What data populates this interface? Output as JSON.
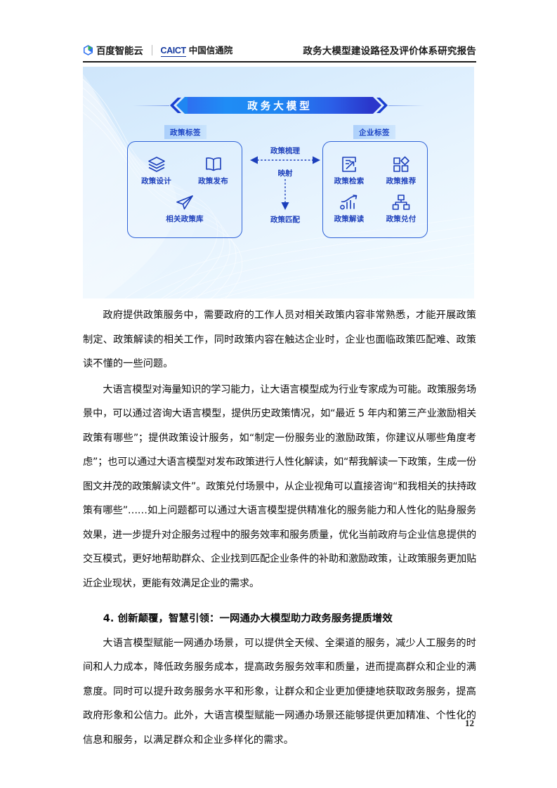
{
  "header": {
    "baidu_logo_text": "百度智能云",
    "baidu_logo_icon": "baidu-cloud-mark",
    "caict_mark": "CAICT",
    "caict_name": "中国信通院",
    "title": "政务大模型建设路径及评价体系研究报告"
  },
  "figure": {
    "banner_title": "政务大模型",
    "left_tag": "政策标签",
    "right_tag": "企业标签",
    "left_nodes": [
      {
        "label": "政策设计",
        "icon": "layers-icon"
      },
      {
        "label": "政策发布",
        "icon": "open-book-icon"
      },
      {
        "label": "相关政策库",
        "icon": "paper-plane-icon"
      }
    ],
    "right_nodes": [
      {
        "label": "政策检索",
        "icon": "document-search-icon"
      },
      {
        "label": "政策推荐",
        "icon": "shapes-recommend-icon"
      },
      {
        "label": "政策解读",
        "icon": "bar-chart-trend-icon"
      },
      {
        "label": "政策兑付",
        "icon": "org-chart-icon"
      }
    ],
    "center_flow": {
      "top_label": "政策梳理",
      "mid_label": "映射",
      "bottom_label": "政策匹配"
    },
    "colors": {
      "accent_blue": "#1c3fbb",
      "banner_start": "#2f6ef0",
      "banner_end": "#2a34c9",
      "panel_border": "#2f63d8",
      "bg_start": "#cfe6fb",
      "bg_end": "#f3fbff"
    }
  },
  "body": {
    "paragraph_1": "政府提供政策服务中，需要政府的工作人员对相关政策内容非常熟悉，才能开展政策制定、政策解读的相关工作，同时政策内容在触达企业时，企业也面临政策匹配难、政策读不懂的一些问题。",
    "paragraph_2": "大语言模型对海量知识的学习能力，让大语言模型成为行业专家成为可能。政策服务场景中，可以通过咨询大语言模型，提供历史政策情况，如“最近 5 年内和第三产业激励相关政策有哪些”；提供政策设计服务，如“制定一份服务业的激励政策，你建议从哪些角度考虑”；也可以通过大语言模型对发布政策进行人性化解读，如“帮我解读一下政策，生成一份图文并茂的政策解读文件”。政策兑付场景中，从企业视角可以直接咨询“和我相关的扶持政策有哪些”……如上问题都可以通过大语言模型提供精准化的服务能力和人性化的贴身服务效果，进一步提升对企服务过程中的服务效率和服务质量，优化当前政府与企业信息提供的交互模式，更好地帮助群众、企业找到匹配企业条件的补助和激励政策，让政策服务更加贴近企业现状，更能有效满足企业的需求。",
    "heading_4": "4. 创新颠覆，智慧引领：一网通办大模型助力政务服务提质增效",
    "paragraph_3": "大语言模型赋能一网通办场景，可以提供全天候、全渠道的服务，减少人工服务的时间和人力成本，降低政务服务成本，提高政务服务效率和质量，进而提高群众和企业的满意度。同时可以提升政务服务水平和形象，让群众和企业更加便捷地获取政务服务，提高政府形象和公信力。此外，大语言模型赋能一网通办场景还能够提供更加精准、个性化的信息和服务，以满足群众和企业多样化的需求。"
  },
  "footer": {
    "page_number": "12"
  }
}
